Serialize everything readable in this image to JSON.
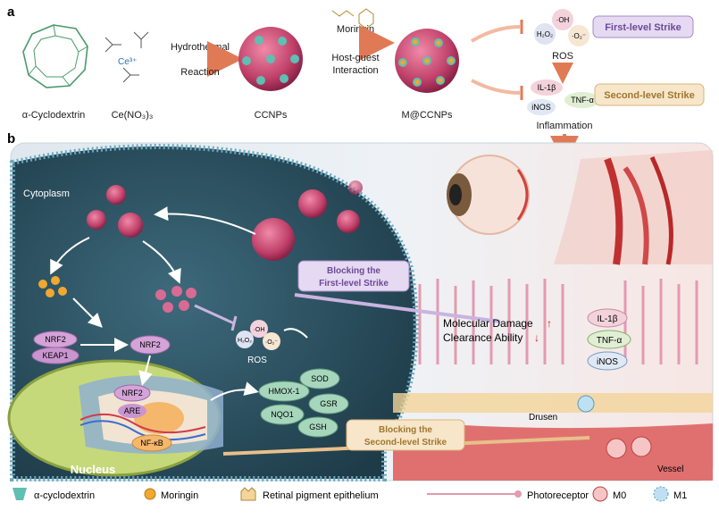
{
  "panel_a": {
    "letter": "a",
    "compounds": {
      "cyclodextrin": "α-Cyclodextrin",
      "cerium_nitrate": "Ce(NO₃)₃",
      "cerium_ion": "Ce³⁺"
    },
    "step1": {
      "line1": "Hydrothermal",
      "line2": "Reaction"
    },
    "step2": {
      "line1": "Moringin",
      "line2": "Host-guest",
      "line3": "Interaction"
    },
    "products": {
      "ccnps": "CCNPs",
      "mccnps": "M@CCNPs"
    },
    "ros": {
      "oh": "·OH",
      "h2o2": "H₂O₂",
      "o2": "·O₂⁻",
      "label": "ROS"
    },
    "inflammation": {
      "il1b": "IL-1β",
      "tnfa": "TNF-α",
      "inos": "iNOS",
      "label": "Inflammation"
    },
    "strikes": {
      "first": "First-level Strike",
      "second": "Second-level Strike"
    }
  },
  "panel_b": {
    "letter": "b",
    "cytoplasm": "Cytoplasm",
    "nucleus": "Nucleus",
    "nrf2": "NRF2",
    "keap1": "KEAP1",
    "are": "ARE",
    "nfkb": "NF-κB",
    "ros": {
      "oh": "·OH",
      "h2o2": "H₂O₂",
      "o2": "·O₂⁻",
      "label": "ROS"
    },
    "enzymes": [
      "HMOX-1",
      "SOD",
      "GSR",
      "NQO1",
      "GSH"
    ],
    "block_first": {
      "line1": "Blocking the",
      "line2": "First-level Strike"
    },
    "block_second": {
      "line1": "Blocking the",
      "line2": "Second-level Strike"
    },
    "damage": {
      "line1": "Molecular Damage",
      "line2": "Clearance Ability"
    },
    "cytokines": [
      "IL-1β",
      "TNF-α",
      "iNOS"
    ],
    "drusen": "Drusen",
    "vessel": "Vessel"
  },
  "legend": {
    "cyclodextrin": "α-cyclodextrin",
    "moringin": "Moringin",
    "rpe": "Retinal pigment epithelium",
    "photoreceptor": "Photoreceptor",
    "m0": "M0",
    "m1": "M1"
  },
  "colors": {
    "nanoparticle": "#c0416a",
    "cyclodextrin": "#5fbfb2",
    "moringin": "#f0a830",
    "strike_first": "#e6d9f2",
    "strike_second": "#f7e6c9",
    "arrow": "#e8926a",
    "cell": "#2f5566"
  }
}
